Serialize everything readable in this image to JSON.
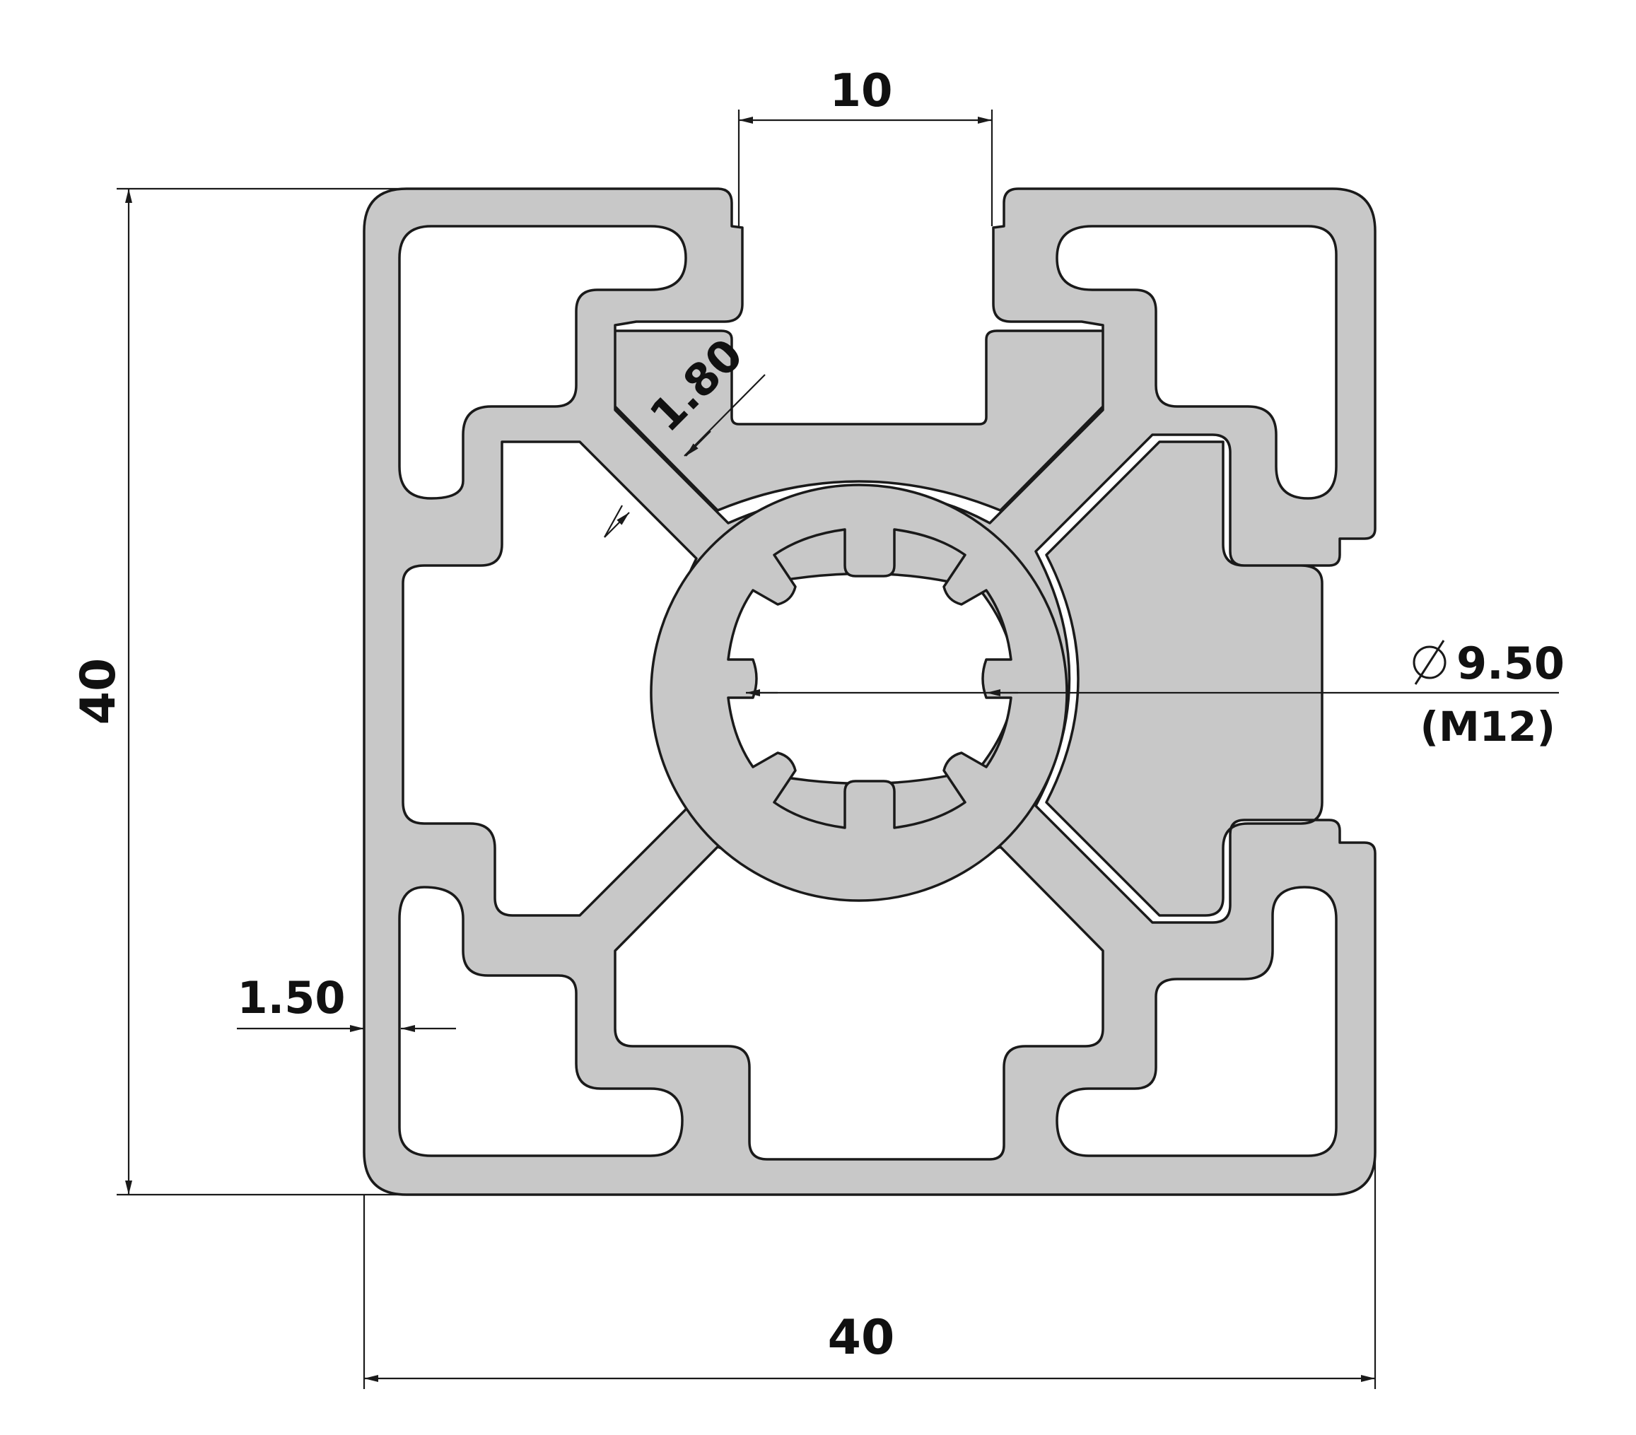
{
  "colors": {
    "profile_fill": "#c8c8c8",
    "outline": "#1a1a1a",
    "background": "#ffffff"
  },
  "dimensions": {
    "slot_width": "10",
    "height": "40",
    "width": "40",
    "web_thickness": "1.80",
    "wall_thickness": "1.50",
    "bore_diameter": "9.50",
    "bore_thread": "(M12)"
  }
}
